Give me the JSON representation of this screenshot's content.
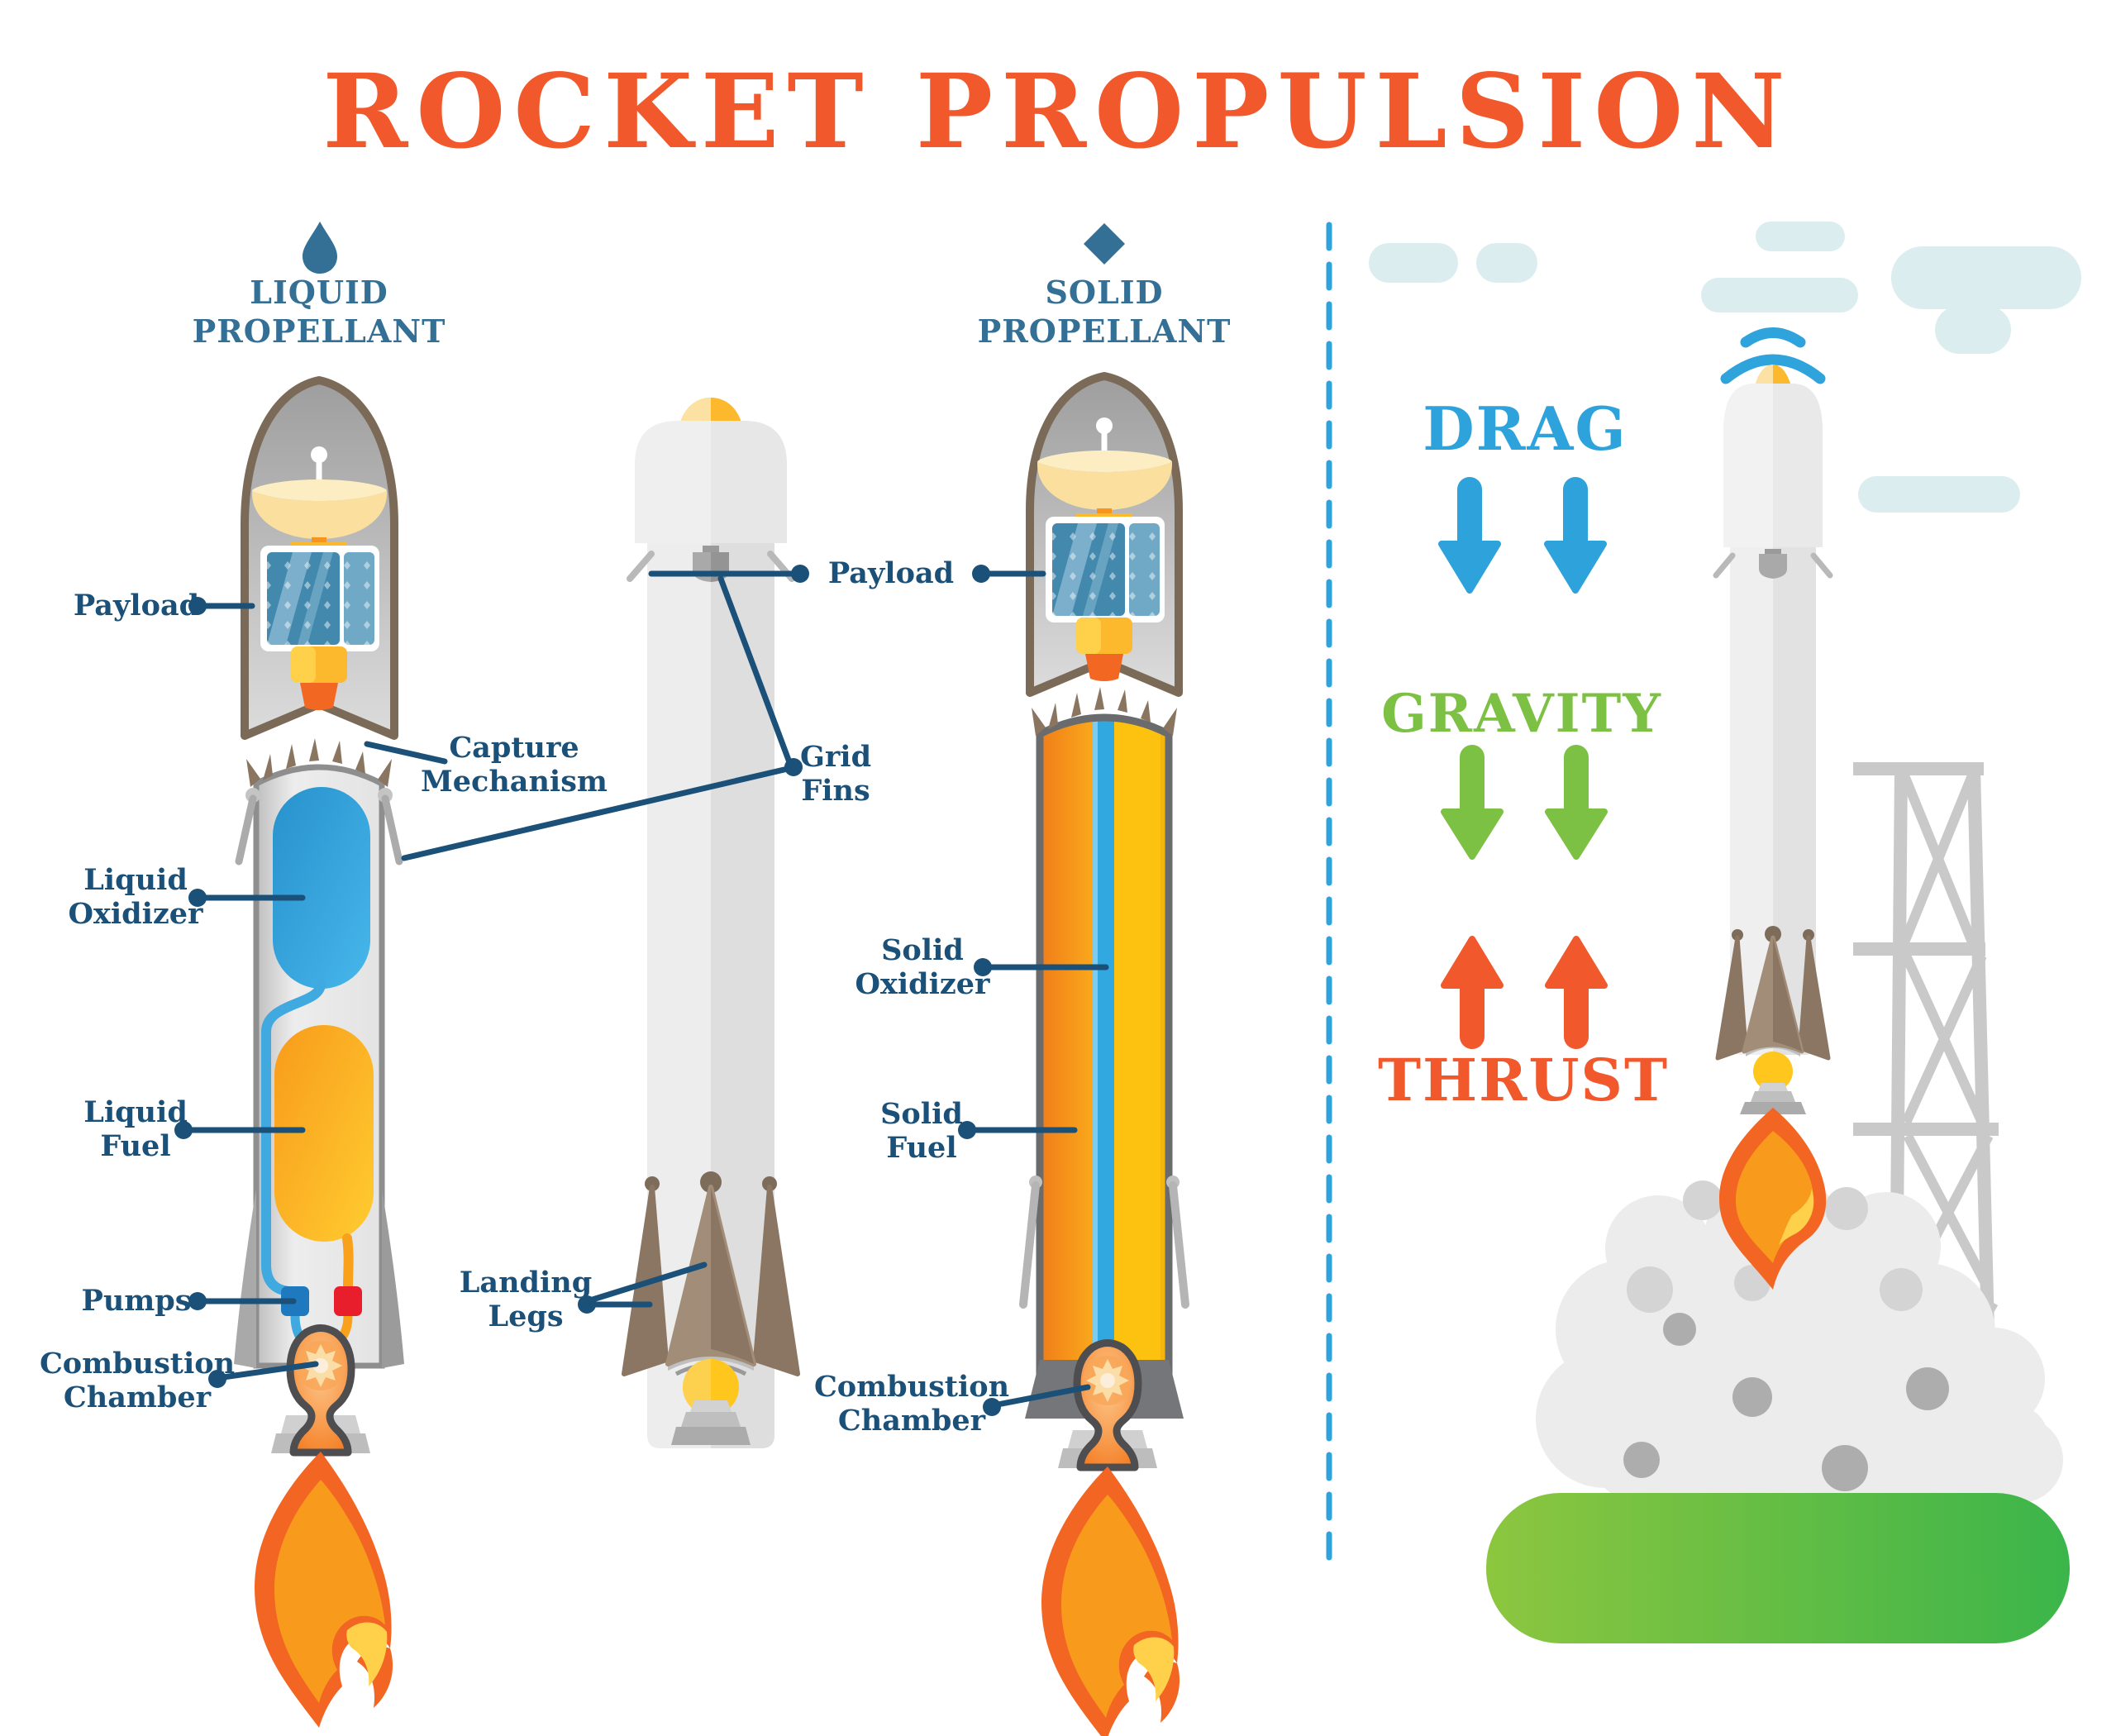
{
  "title": "ROCKET PROPULSION",
  "colors": {
    "title_orange": "#F1582C",
    "heading_blue": "#346F95",
    "label_navy": "#1B5078",
    "drag_blue": "#2EA2DB",
    "gravity_green": "#7CC143",
    "thrust_orange": "#F1582C",
    "divider_blue": "#2FA3DC",
    "ground_green": "#3BB54A",
    "oxidizer_blue": "#2F9FD8",
    "fuel_orange": "#F9A11B"
  },
  "sections": {
    "liquid": {
      "icon": "droplet-icon",
      "heading": "LIQUID\nPROPELLANT"
    },
    "solid": {
      "icon": "diamond-icon",
      "heading": "SOLID\nPROPELLANT"
    }
  },
  "labels": {
    "payload_left": "Payload",
    "capture_mechanism": "Capture\nMechanism",
    "liquid_oxidizer": "Liquid\nOxidizer",
    "liquid_fuel": "Liquid\nFuel",
    "pumps": "Pumps",
    "combustion_chamber_left": "Combustion\nChamber",
    "payload_center": "Payload",
    "grid_fins": "Grid\nFins",
    "landing_legs": "Landing\nLegs",
    "solid_oxidizer": "Solid\nOxidizer",
    "solid_fuel": "Solid\nFuel",
    "combustion_chamber_right": "Combustion\nChamber"
  },
  "forces": {
    "drag": "DRAG",
    "gravity": "GRAVITY",
    "thrust": "THRUST"
  }
}
